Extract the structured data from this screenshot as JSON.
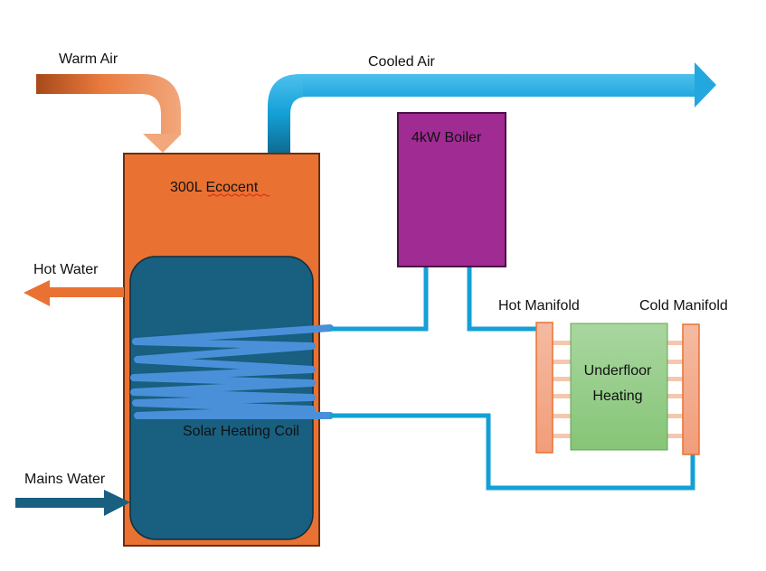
{
  "labels": {
    "warm_air": "Warm Air",
    "cooled_air": "Cooled Air",
    "tank": "300L Ecocent",
    "boiler": "4kW Boiler",
    "hot_water": "Hot Water",
    "mains_water": "Mains Water",
    "solar_coil": "Solar Heating Coil",
    "hot_manifold": "Hot Manifold",
    "cold_manifold": "Cold Manifold",
    "underfloor_line1": "Underfloor",
    "underfloor_line2": "Heating"
  },
  "colors": {
    "tank_orange": "#E97132",
    "tank_border": "#6B2E0E",
    "inner_tank": "#185F80",
    "coil": "#4A90D9",
    "pipe": "#14A0D6",
    "boiler": "#A02B93",
    "boiler_border": "#4A0F45",
    "manifold": "#F3A986",
    "underfloor_green_top": "#A9D6A0",
    "underfloor_green_bottom": "#88C67A",
    "mains_arrow": "#185F80",
    "hot_water_arrow": "#E97132"
  }
}
